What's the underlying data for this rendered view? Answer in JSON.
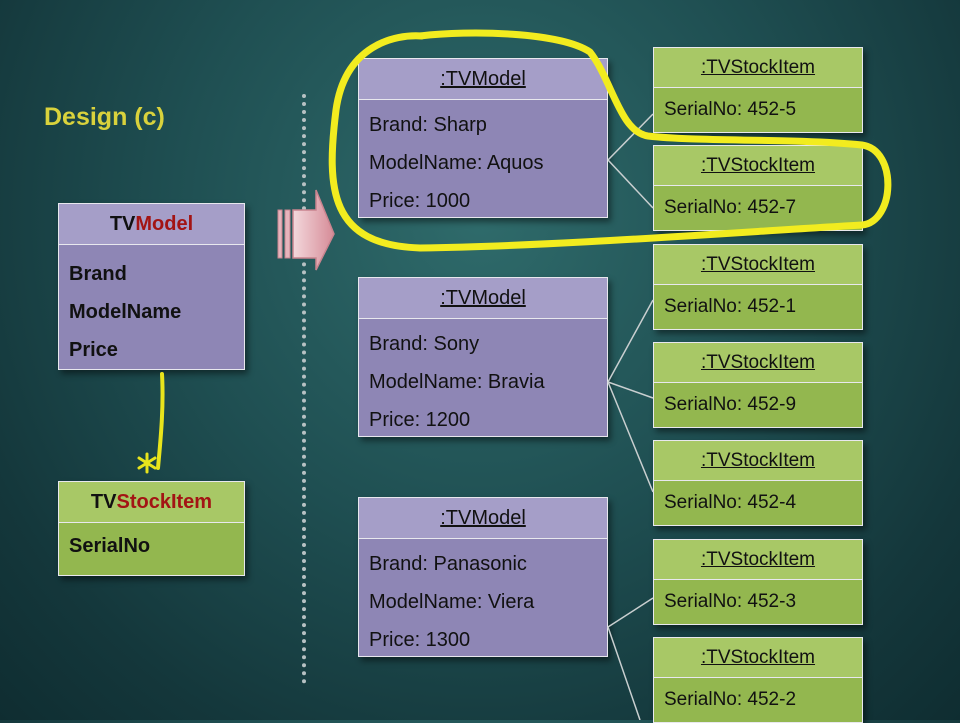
{
  "title": "Design (c)",
  "class_tvmodel": {
    "name_prefix": "TV",
    "name_suffix": "Model",
    "attributes": [
      "Brand",
      "ModelName",
      "Price"
    ]
  },
  "class_tvstockitem": {
    "name_prefix": "TV",
    "name_suffix": "StockItem",
    "attributes": [
      "SerialNo"
    ]
  },
  "multiplicity": "*",
  "objects": [
    {
      "header": ":TVModel",
      "brand": "Brand: Sharp",
      "model": "ModelName: Aquos",
      "price": "Price: 1000"
    },
    {
      "header": ":TVModel",
      "brand": "Brand: Sony",
      "model": "ModelName: Bravia",
      "price": "Price: 1200"
    },
    {
      "header": ":TVModel",
      "brand": "Brand: Panasonic",
      "model": "ModelName: Viera",
      "price": "Price: 1300"
    }
  ],
  "stock_items": [
    {
      "header": ":TVStockItem",
      "serial": "SerialNo: 452-5"
    },
    {
      "header": ":TVStockItem",
      "serial": "SerialNo: 452-7"
    },
    {
      "header": ":TVStockItem",
      "serial": "SerialNo: 452-1"
    },
    {
      "header": ":TVStockItem",
      "serial": "SerialNo: 452-9"
    },
    {
      "header": ":TVStockItem",
      "serial": "SerialNo: 452-4"
    },
    {
      "header": ":TVStockItem",
      "serial": "SerialNo: 452-3"
    },
    {
      "header": ":TVStockItem",
      "serial": "SerialNo: 452-2"
    }
  ],
  "colors": {
    "title": "#d9d23c",
    "class_name_accent": "#a31414",
    "highlight": "#f2ec1f",
    "association_line": "#e8e41c"
  }
}
